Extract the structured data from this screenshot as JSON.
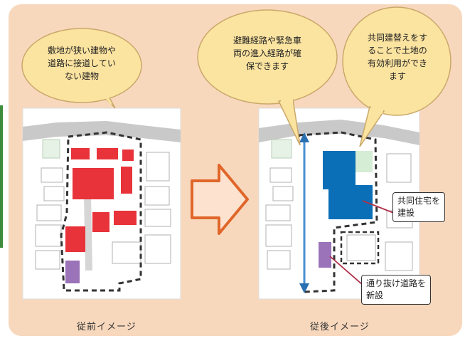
{
  "left_panel": {
    "bubble_lines": [
      "敷地が狭い建物や",
      "道路に接道してい",
      "ない建物"
    ],
    "caption": "従前イメージ"
  },
  "right_panel": {
    "bubble_evacuation_lines": [
      "避難経路や緊急車",
      "両の進入経路が確",
      "保できます"
    ],
    "bubble_rebuild_lines": [
      "共同建替えをす",
      "ることで土地の",
      "有効利用ができ",
      "ます"
    ],
    "label_housing_lines": [
      "共同住宅を",
      "建設"
    ],
    "label_road_lines": [
      "通り抜け道路を",
      "新設"
    ],
    "caption": "従後イメージ"
  },
  "colors": {
    "panel_background": "#f8d8bd",
    "bubble_fill": "#fbe3a0",
    "old_building_red": "#e8333a",
    "small_building_purple": "#9a73b8",
    "new_housing_blue": "#0b6fb8",
    "road_line_blue": "#4a8fd0",
    "arrow_orange": "#e0662a"
  },
  "icons": [
    "right-arrow-icon"
  ]
}
